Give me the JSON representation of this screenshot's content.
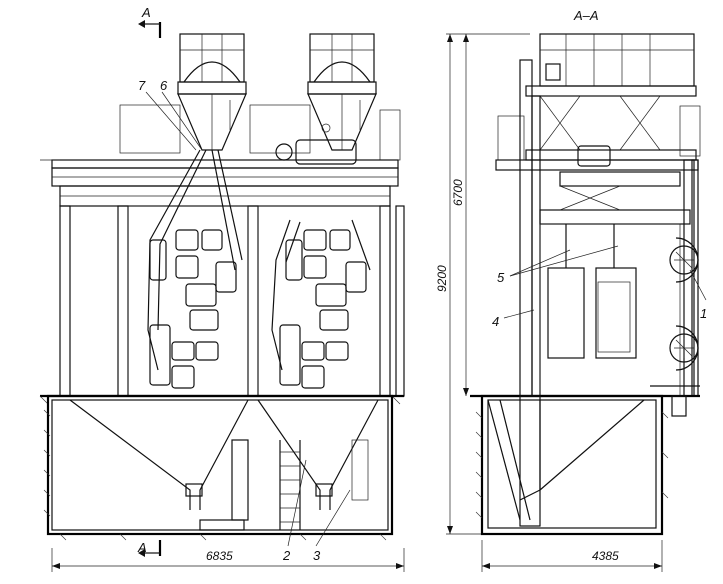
{
  "views": {
    "front": {
      "section_mark": "A",
      "section_mark_bottom": "A",
      "width_dim": "6835",
      "callouts": [
        "7",
        "6",
        "2",
        "3"
      ]
    },
    "side": {
      "section_title": "A–A",
      "width_dim": "4385",
      "height_dim_total": "9200",
      "height_dim_upper": "6700",
      "callouts": [
        "5",
        "4",
        "1"
      ]
    }
  }
}
